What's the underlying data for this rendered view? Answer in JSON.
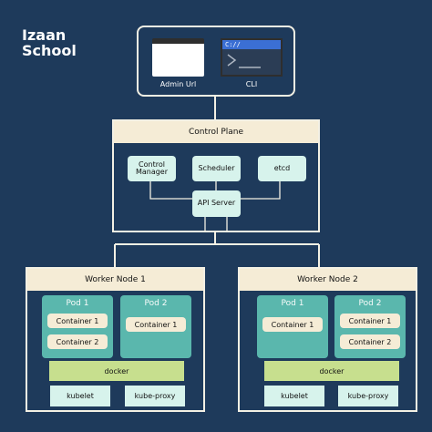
{
  "brand": {
    "line1": "Izaan",
    "line2": "School"
  },
  "clients": {
    "admin_label": "Admin Url",
    "cli_label": "CLI",
    "cli_prompt": "C://"
  },
  "control_plane": {
    "title": "Control Plane",
    "components": {
      "controller": "Control\nManager",
      "scheduler": "Scheduler",
      "etcd": "etcd",
      "api_server": "API Server"
    }
  },
  "worker_nodes": [
    {
      "title": "Worker Node 1",
      "pods": [
        {
          "title": "Pod 1",
          "containers": [
            "Container 1",
            "Container 2"
          ]
        },
        {
          "title": "Pod 2",
          "containers": [
            "Container 1"
          ]
        }
      ],
      "runtime": "docker",
      "agents": [
        "kubelet",
        "kube-proxy"
      ]
    },
    {
      "title": "Worker Node 2",
      "pods": [
        {
          "title": "Pod 1",
          "containers": [
            "Container 1"
          ]
        },
        {
          "title": "Pod 2",
          "containers": [
            "Container 1",
            "Container 2"
          ]
        }
      ],
      "runtime": "docker",
      "agents": [
        "kubelet",
        "kube-proxy"
      ]
    }
  ],
  "colors": {
    "background": "#1e3a5b",
    "panel_header": "#f5ecd6",
    "component": "#d7f3ec",
    "pod": "#5ab7ad",
    "docker": "#c7df8e"
  }
}
